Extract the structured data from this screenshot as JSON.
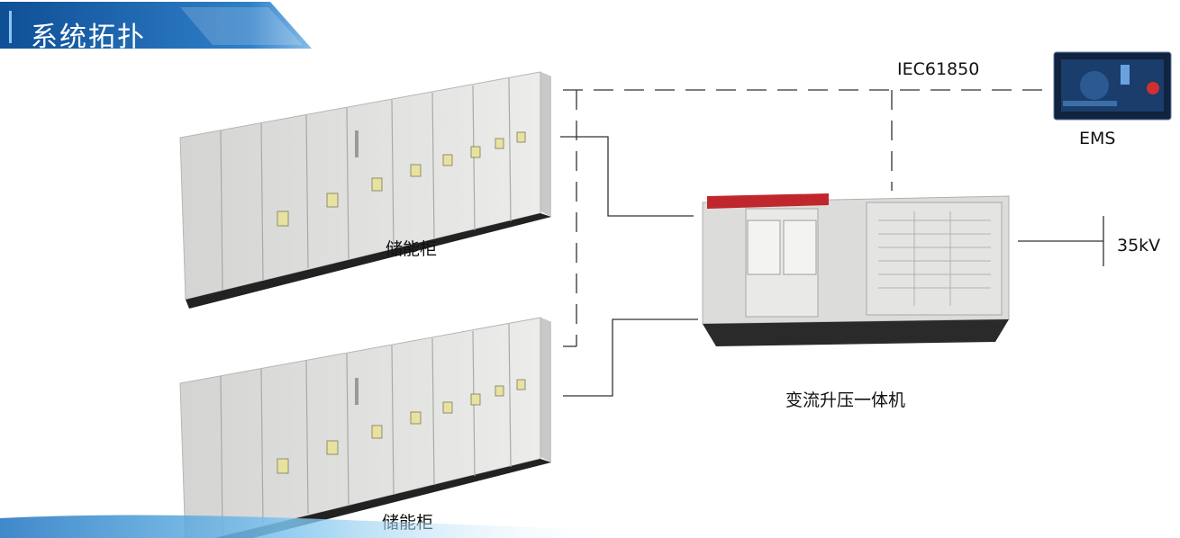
{
  "section_title": "系统拓扑",
  "protocol_label": "IEC61850",
  "ems_label": "EMS",
  "storage_cabinet_labels": [
    "储能柜",
    "储能柜"
  ],
  "pcs_label": "变流升压一体机",
  "grid_voltage_label": "35kV",
  "colors": {
    "banner_blue": "#1b5fa8",
    "cabinet_roof": "#c0272d",
    "cabinet_body": "#e2e2e0",
    "line": "#333333"
  },
  "icons": [
    "storage-cabinet-icon",
    "pcs-unit-icon",
    "ems-screen-icon"
  ]
}
